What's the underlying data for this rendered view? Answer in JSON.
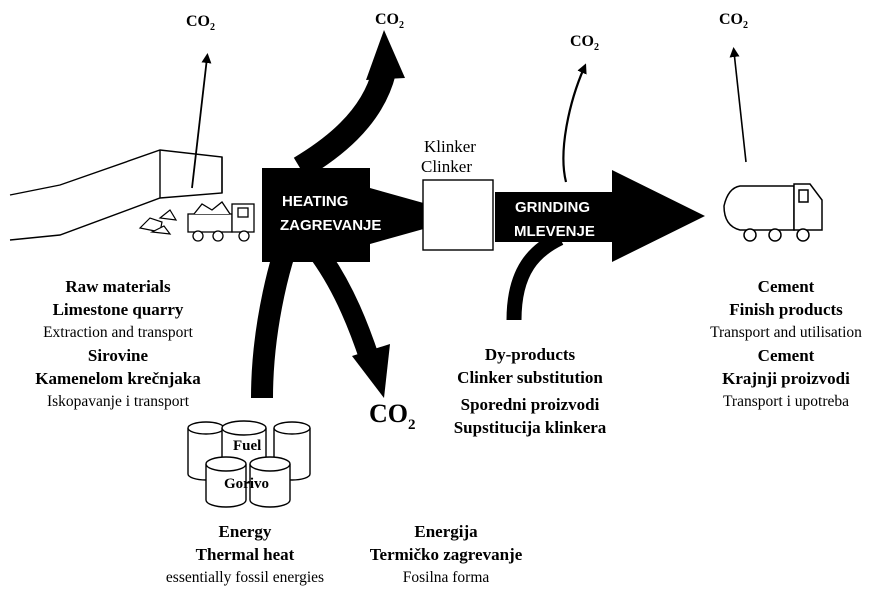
{
  "co2_labels": {
    "quarry": [
      "CO",
      "2"
    ],
    "heating": [
      "CO",
      "2"
    ],
    "grinding": [
      "CO",
      "2"
    ],
    "cement": [
      "CO",
      "2"
    ],
    "fuel": [
      "CO",
      "2"
    ]
  },
  "arrows": {
    "heating": [
      "HEATING",
      "ZAGREVANJE"
    ],
    "grinding": [
      "GRINDING",
      "MLEVENJE"
    ]
  },
  "clinker": [
    "Klinker",
    "Clinker"
  ],
  "fuel_drums": [
    "Fuel",
    "Gorivo"
  ],
  "captions": {
    "raw_materials": [
      "Raw materials",
      "Limestone quarry",
      "Extraction and transport",
      "Sirovine",
      "Kamenelom krečnjaka",
      "Iskopavanje i transport"
    ],
    "byproducts": [
      "Dy-products",
      "Clinker substitution",
      "Sporedni proizvodi",
      "Supstitucija klinkera"
    ],
    "cement": [
      "Cement",
      "Finish products",
      "Transport and utilisation",
      "Cement",
      "Krajnji proizvodi",
      "Transport i upotreba"
    ],
    "energy": [
      "Energy",
      "Thermal heat",
      "essentially fossil energies"
    ],
    "energija": [
      "Energija",
      "Termičko zagrevanje",
      "Fosilna forma"
    ]
  }
}
